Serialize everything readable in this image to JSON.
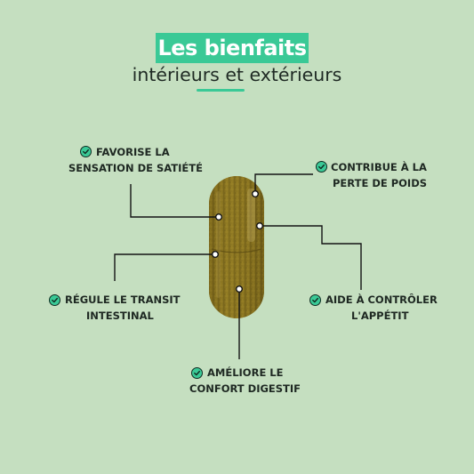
{
  "header": {
    "title": "Les bienfaits",
    "subtitle": "intérieurs et extérieurs"
  },
  "colors": {
    "background": "#c5dfc0",
    "accent": "#3ac996",
    "text": "#1e2822",
    "capsule": "#8a7420"
  },
  "benefits": [
    {
      "icon": "check-circle-icon",
      "line1": "FAVORISE LA",
      "line2": "SENSATION DE SATIÉTÉ"
    },
    {
      "icon": "check-circle-icon",
      "line1": "CONTRIBUE À LA",
      "line2": "PERTE DE POIDS"
    },
    {
      "icon": "check-circle-icon",
      "line1": "RÉGULE LE TRANSIT",
      "line2": "INTESTINAL"
    },
    {
      "icon": "check-circle-icon",
      "line1": "AIDE À CONTRÔLER",
      "line2": "L'APPÉTIT"
    },
    {
      "icon": "check-circle-icon",
      "line1": "AMÉLIORE LE",
      "line2": "CONFORT DIGESTIF"
    }
  ]
}
